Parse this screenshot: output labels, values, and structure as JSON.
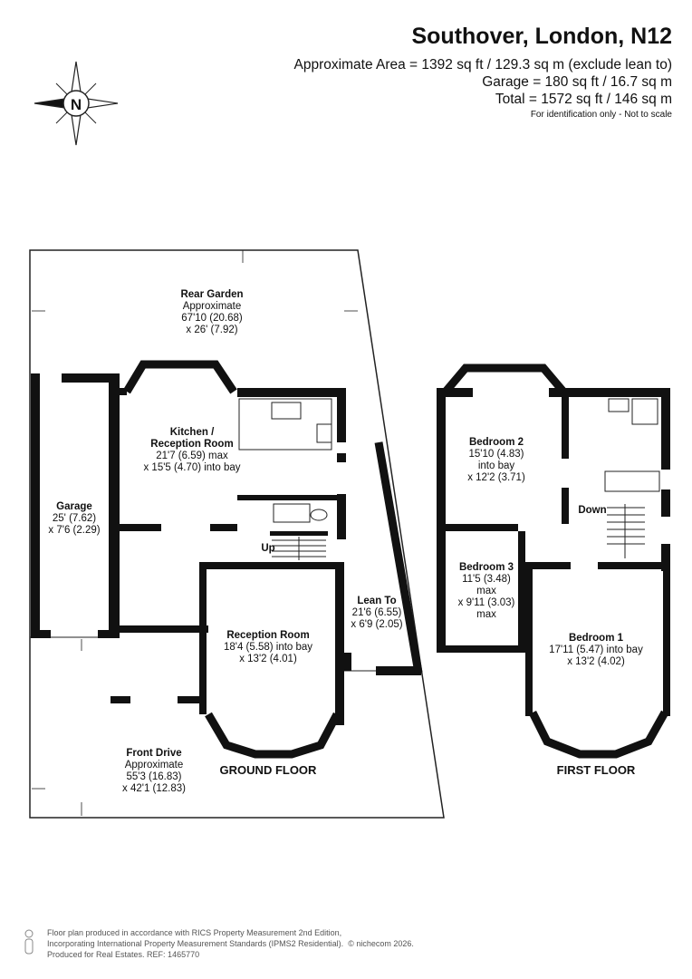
{
  "header": {
    "title": "Southover, London, N12",
    "area_lines": [
      "Approximate Area = 1392 sq ft / 129.3 sq m (exclude lean to)",
      "Garage = 180 sq ft / 16.7 sq m",
      "Total = 1572 sq ft / 146 sq m"
    ],
    "disclaimer": "For identification only - Not to scale"
  },
  "compass": {
    "letter": "N"
  },
  "rooms": {
    "rear_garden": {
      "name": "Rear Garden",
      "lines": [
        "Approximate",
        "67'10 (20.68)",
        "x 26' (7.92)"
      ]
    },
    "kitchen": {
      "name": "Kitchen /",
      "name2": "Reception Room",
      "lines": [
        "21'7 (6.59) max",
        "x 15'5 (4.70) into bay"
      ]
    },
    "garage": {
      "name": "Garage",
      "lines": [
        "25' (7.62)",
        "x 7'6 (2.29)"
      ]
    },
    "lean_to": {
      "name": "Lean To",
      "lines": [
        "21'6 (6.55)",
        "x 6'9 (2.05)"
      ]
    },
    "reception": {
      "name": "Reception Room",
      "lines": [
        "18'4 (5.58) into bay",
        "x 13'2 (4.01)"
      ]
    },
    "front_drive": {
      "name": "Front Drive",
      "lines": [
        "Approximate",
        "55'3 (16.83)",
        "x 42'1 (12.83)"
      ]
    },
    "bedroom2": {
      "name": "Bedroom 2",
      "lines": [
        "15'10 (4.83)",
        "into bay",
        "x 12'2 (3.71)"
      ]
    },
    "bedroom3": {
      "name": "Bedroom 3",
      "lines": [
        "11'5 (3.48)",
        "max",
        "x 9'11 (3.03)",
        "max"
      ]
    },
    "bedroom1": {
      "name": "Bedroom 1",
      "lines": [
        "17'11 (5.47) into bay",
        "x 13'2 (4.02)"
      ]
    }
  },
  "stairs": {
    "up": "Up",
    "down": "Down"
  },
  "floors": {
    "ground": "GROUND FLOOR",
    "first": "FIRST FLOOR"
  },
  "footer": {
    "lines": [
      "Floor plan produced in accordance with RICS Property Measurement 2nd Edition,",
      "Incorporating International Property Measurement Standards (IPMS2 Residential).",
      "Produced for Real Estates.   REF: 1465770"
    ],
    "copyright": "© nichecom 2026."
  }
}
